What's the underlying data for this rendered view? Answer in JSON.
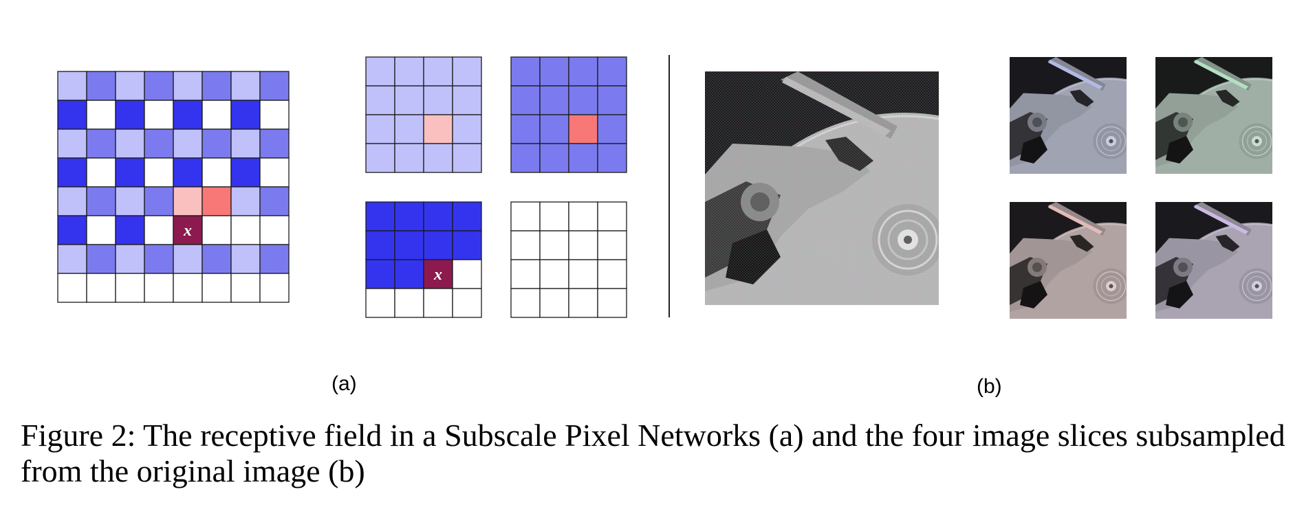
{
  "figure": {
    "panel_a_label": "(a)",
    "panel_b_label": "(b)",
    "caption_line1": "Figure 2: The receptive field in a Subscale Pixel Networks (a) and the four image slices subsampled",
    "caption_line2": "from the original image (b)",
    "target_pixel_label": "x"
  },
  "colors": {
    "light_blue": "#c0c0fa",
    "mid_blue": "#7b7bef",
    "dark_blue": "#3434ee",
    "white": "#ffffff",
    "light_pink": "#fac0c0",
    "salmon": "#f87878",
    "maroon": "#8c1a4f",
    "grid_line": "#1a1a1a"
  },
  "big_grid": {
    "rows": [
      [
        "light_blue",
        "mid_blue",
        "light_blue",
        "mid_blue",
        "light_blue",
        "mid_blue",
        "light_blue",
        "mid_blue"
      ],
      [
        "dark_blue",
        "white",
        "dark_blue",
        "white",
        "dark_blue",
        "white",
        "dark_blue",
        "white"
      ],
      [
        "light_blue",
        "mid_blue",
        "light_blue",
        "mid_blue",
        "light_blue",
        "mid_blue",
        "light_blue",
        "mid_blue"
      ],
      [
        "dark_blue",
        "white",
        "dark_blue",
        "white",
        "dark_blue",
        "white",
        "dark_blue",
        "white"
      ],
      [
        "light_blue",
        "mid_blue",
        "light_blue",
        "mid_blue",
        "light_pink",
        "salmon",
        "light_blue",
        "mid_blue"
      ],
      [
        "dark_blue",
        "white",
        "dark_blue",
        "white",
        "maroon",
        "white",
        "white",
        "white"
      ],
      [
        "light_blue",
        "mid_blue",
        "light_blue",
        "mid_blue",
        "light_blue",
        "mid_blue",
        "light_blue",
        "mid_blue"
      ],
      [
        "white",
        "white",
        "white",
        "white",
        "white",
        "white",
        "white",
        "white"
      ]
    ]
  },
  "slice_grids": [
    {
      "rows": [
        [
          "light_blue",
          "light_blue",
          "light_blue",
          "light_blue"
        ],
        [
          "light_blue",
          "light_blue",
          "light_blue",
          "light_blue"
        ],
        [
          "light_blue",
          "light_blue",
          "light_pink",
          "light_blue"
        ],
        [
          "light_blue",
          "light_blue",
          "light_blue",
          "light_blue"
        ]
      ]
    },
    {
      "rows": [
        [
          "mid_blue",
          "mid_blue",
          "mid_blue",
          "mid_blue"
        ],
        [
          "mid_blue",
          "mid_blue",
          "mid_blue",
          "mid_blue"
        ],
        [
          "mid_blue",
          "mid_blue",
          "salmon",
          "mid_blue"
        ],
        [
          "mid_blue",
          "mid_blue",
          "mid_blue",
          "mid_blue"
        ]
      ]
    },
    {
      "rows": [
        [
          "dark_blue",
          "dark_blue",
          "dark_blue",
          "dark_blue"
        ],
        [
          "dark_blue",
          "dark_blue",
          "dark_blue",
          "dark_blue"
        ],
        [
          "dark_blue",
          "dark_blue",
          "maroon",
          "white"
        ],
        [
          "white",
          "white",
          "white",
          "white"
        ]
      ]
    },
    {
      "rows": [
        [
          "white",
          "white",
          "white",
          "white"
        ],
        [
          "white",
          "white",
          "white",
          "white"
        ],
        [
          "white",
          "white",
          "white",
          "white"
        ],
        [
          "white",
          "white",
          "white",
          "white"
        ]
      ]
    }
  ],
  "image_slices": [
    {
      "tint": "#b4bbe8"
    },
    {
      "tint": "#b2e3c4"
    },
    {
      "tint": "#e8bcbc"
    },
    {
      "tint": "#cdbce8"
    }
  ]
}
